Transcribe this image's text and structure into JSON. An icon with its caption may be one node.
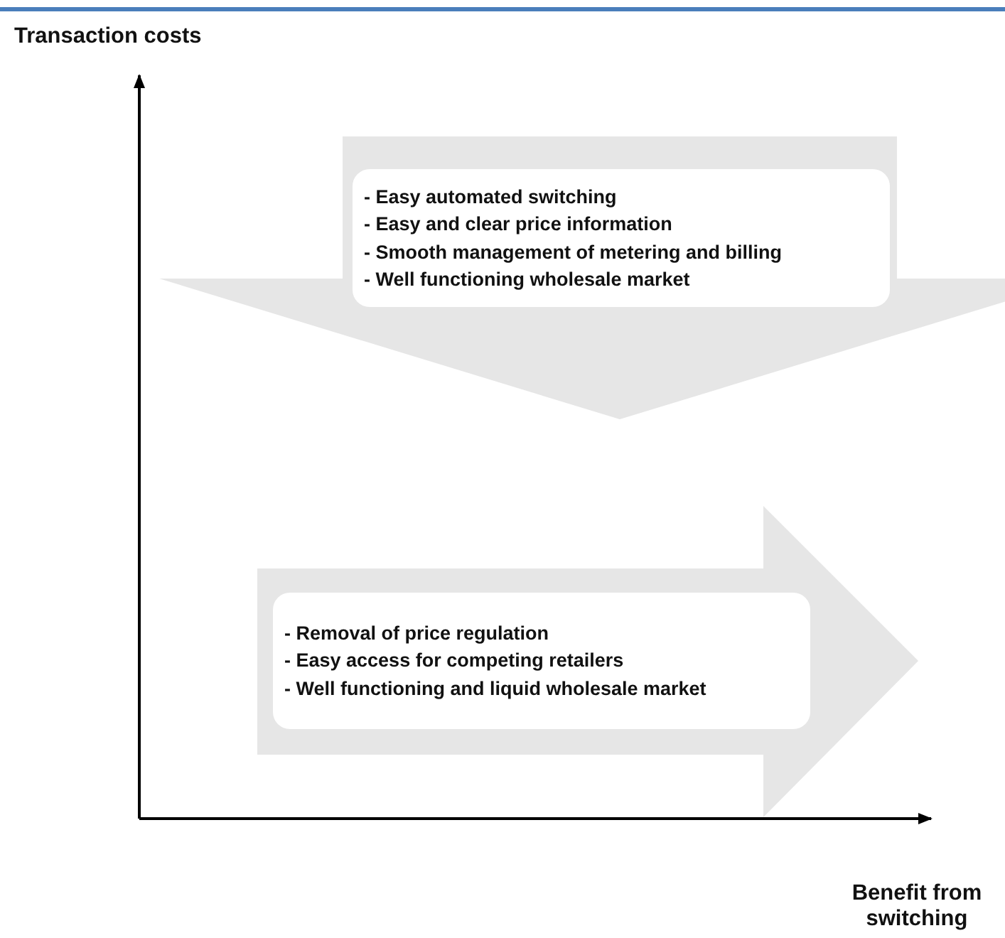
{
  "diagram": {
    "nodes": [
      {
        "text": [
          "- Easy automated switching",
          "- Easy and clear price information",
          "- Smooth management of metering and billing",
          "- Well functioning wholesale market"
        ]
      },
      {
        "text": [
          "- Removal of price regulation",
          "- Easy access for competing retailers",
          "- Well functioning and liquid wholesale market"
        ]
      }
    ],
    "edges": [],
    "labels": [
      "Transaction costs",
      "Benefit from switching"
    ]
  }
}
